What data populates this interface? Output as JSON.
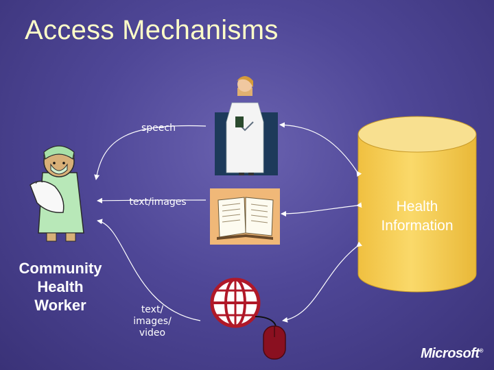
{
  "slide": {
    "title": "Access Mechanisms",
    "logo_text": "Microsoft",
    "logo_mark": "®"
  },
  "diagram": {
    "source": {
      "label": "Community Health Worker",
      "lines": [
        "Community",
        "Health",
        "Worker"
      ],
      "icon": "health-worker-icon"
    },
    "target": {
      "label_lines": [
        "Health",
        "Information"
      ],
      "icon": "database-cylinder-icon"
    },
    "channels": [
      {
        "id": "speech",
        "label": "speech",
        "icon": "doctor-icon"
      },
      {
        "id": "text-images",
        "label": "text/images",
        "icon": "open-book-icon"
      },
      {
        "id": "text-images-video",
        "label_lines": [
          "text/",
          "images/",
          "video"
        ],
        "icon": "globe-mouse-icon"
      }
    ]
  },
  "colors": {
    "background": "#4f4797",
    "title": "#ffffc8",
    "database_fill": "#f8d060",
    "arrow": "#ffffff",
    "globe": "#b01828"
  }
}
